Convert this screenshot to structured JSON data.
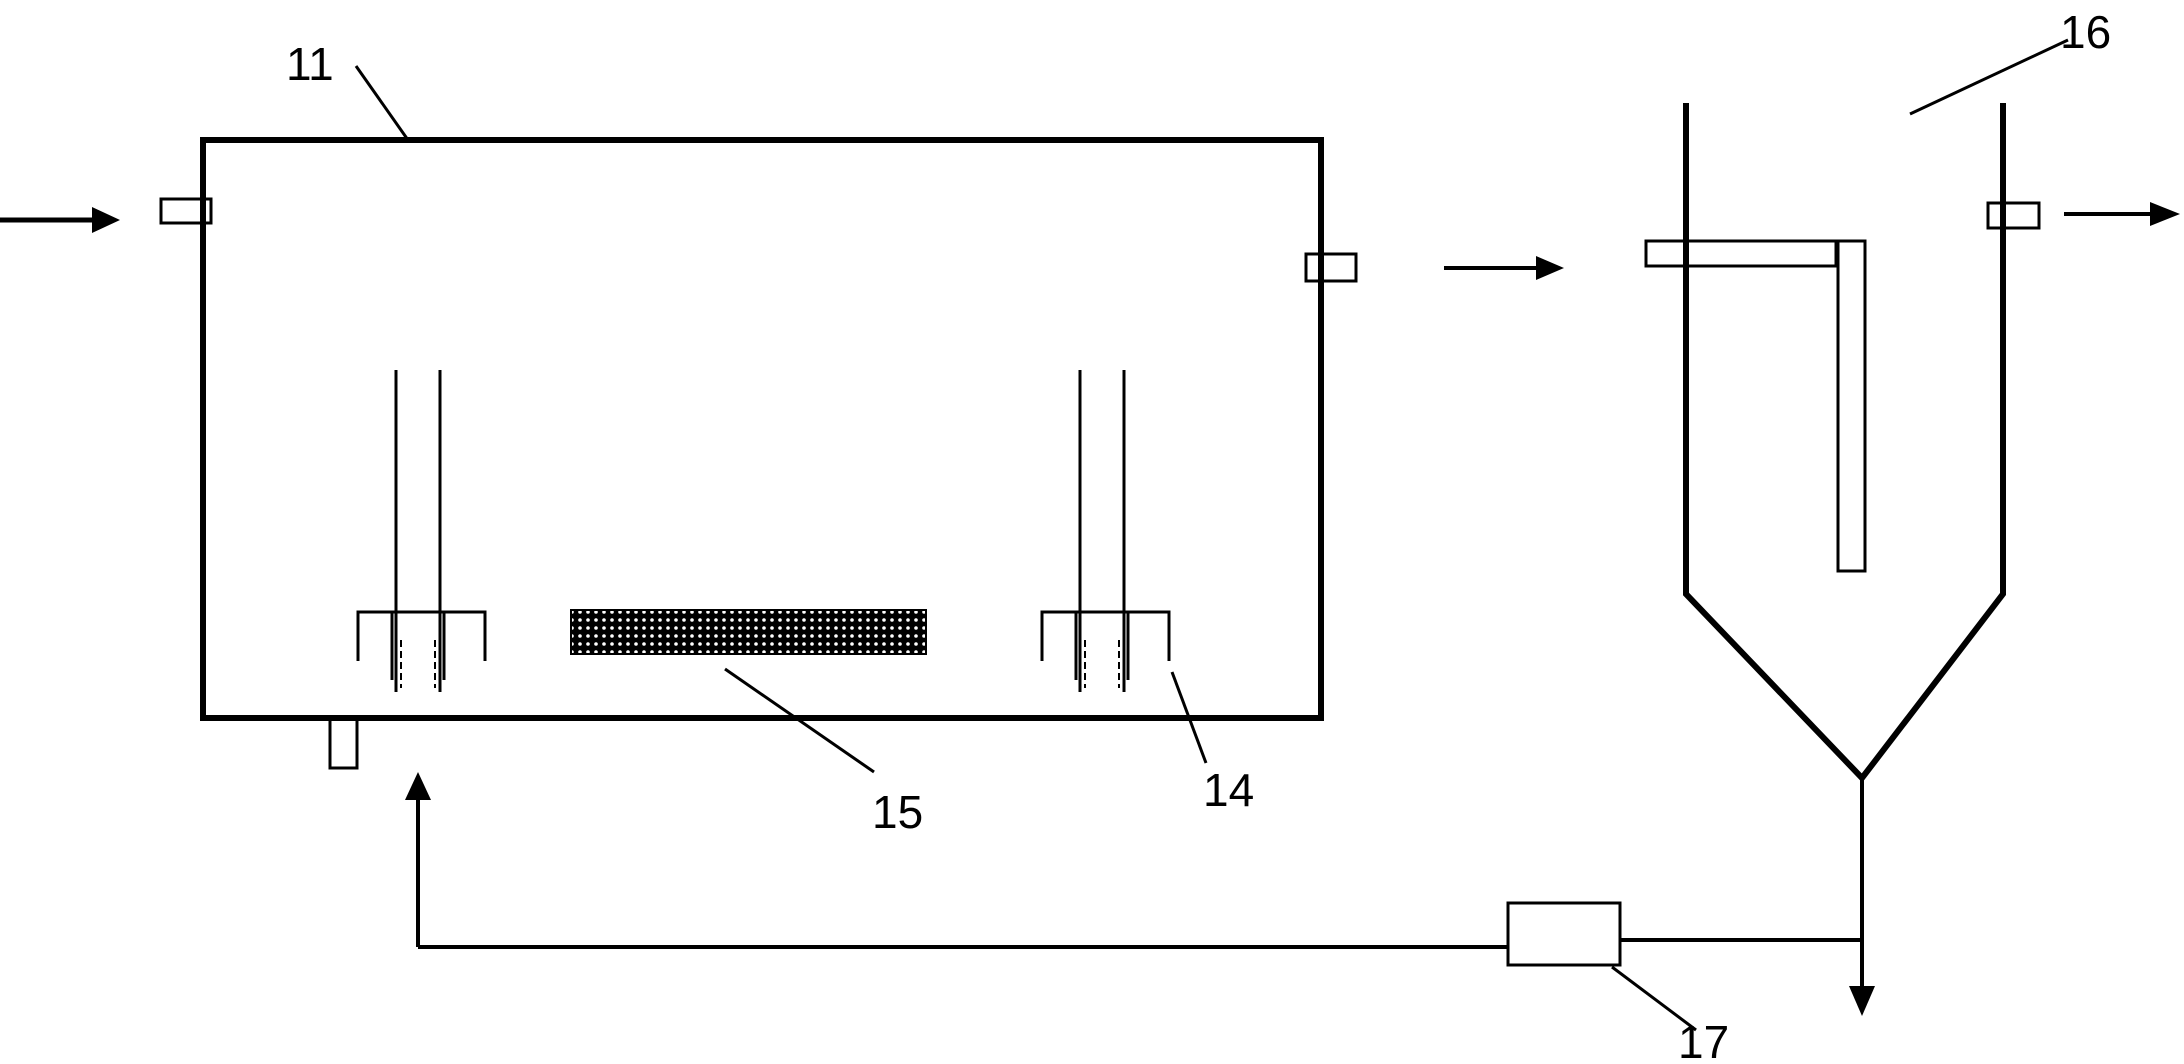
{
  "labels": {
    "tank": "11",
    "aerator": "14",
    "membrane": "15",
    "settler": "16",
    "pump": "17"
  },
  "colors": {
    "line": "#000000",
    "background": "#ffffff"
  }
}
